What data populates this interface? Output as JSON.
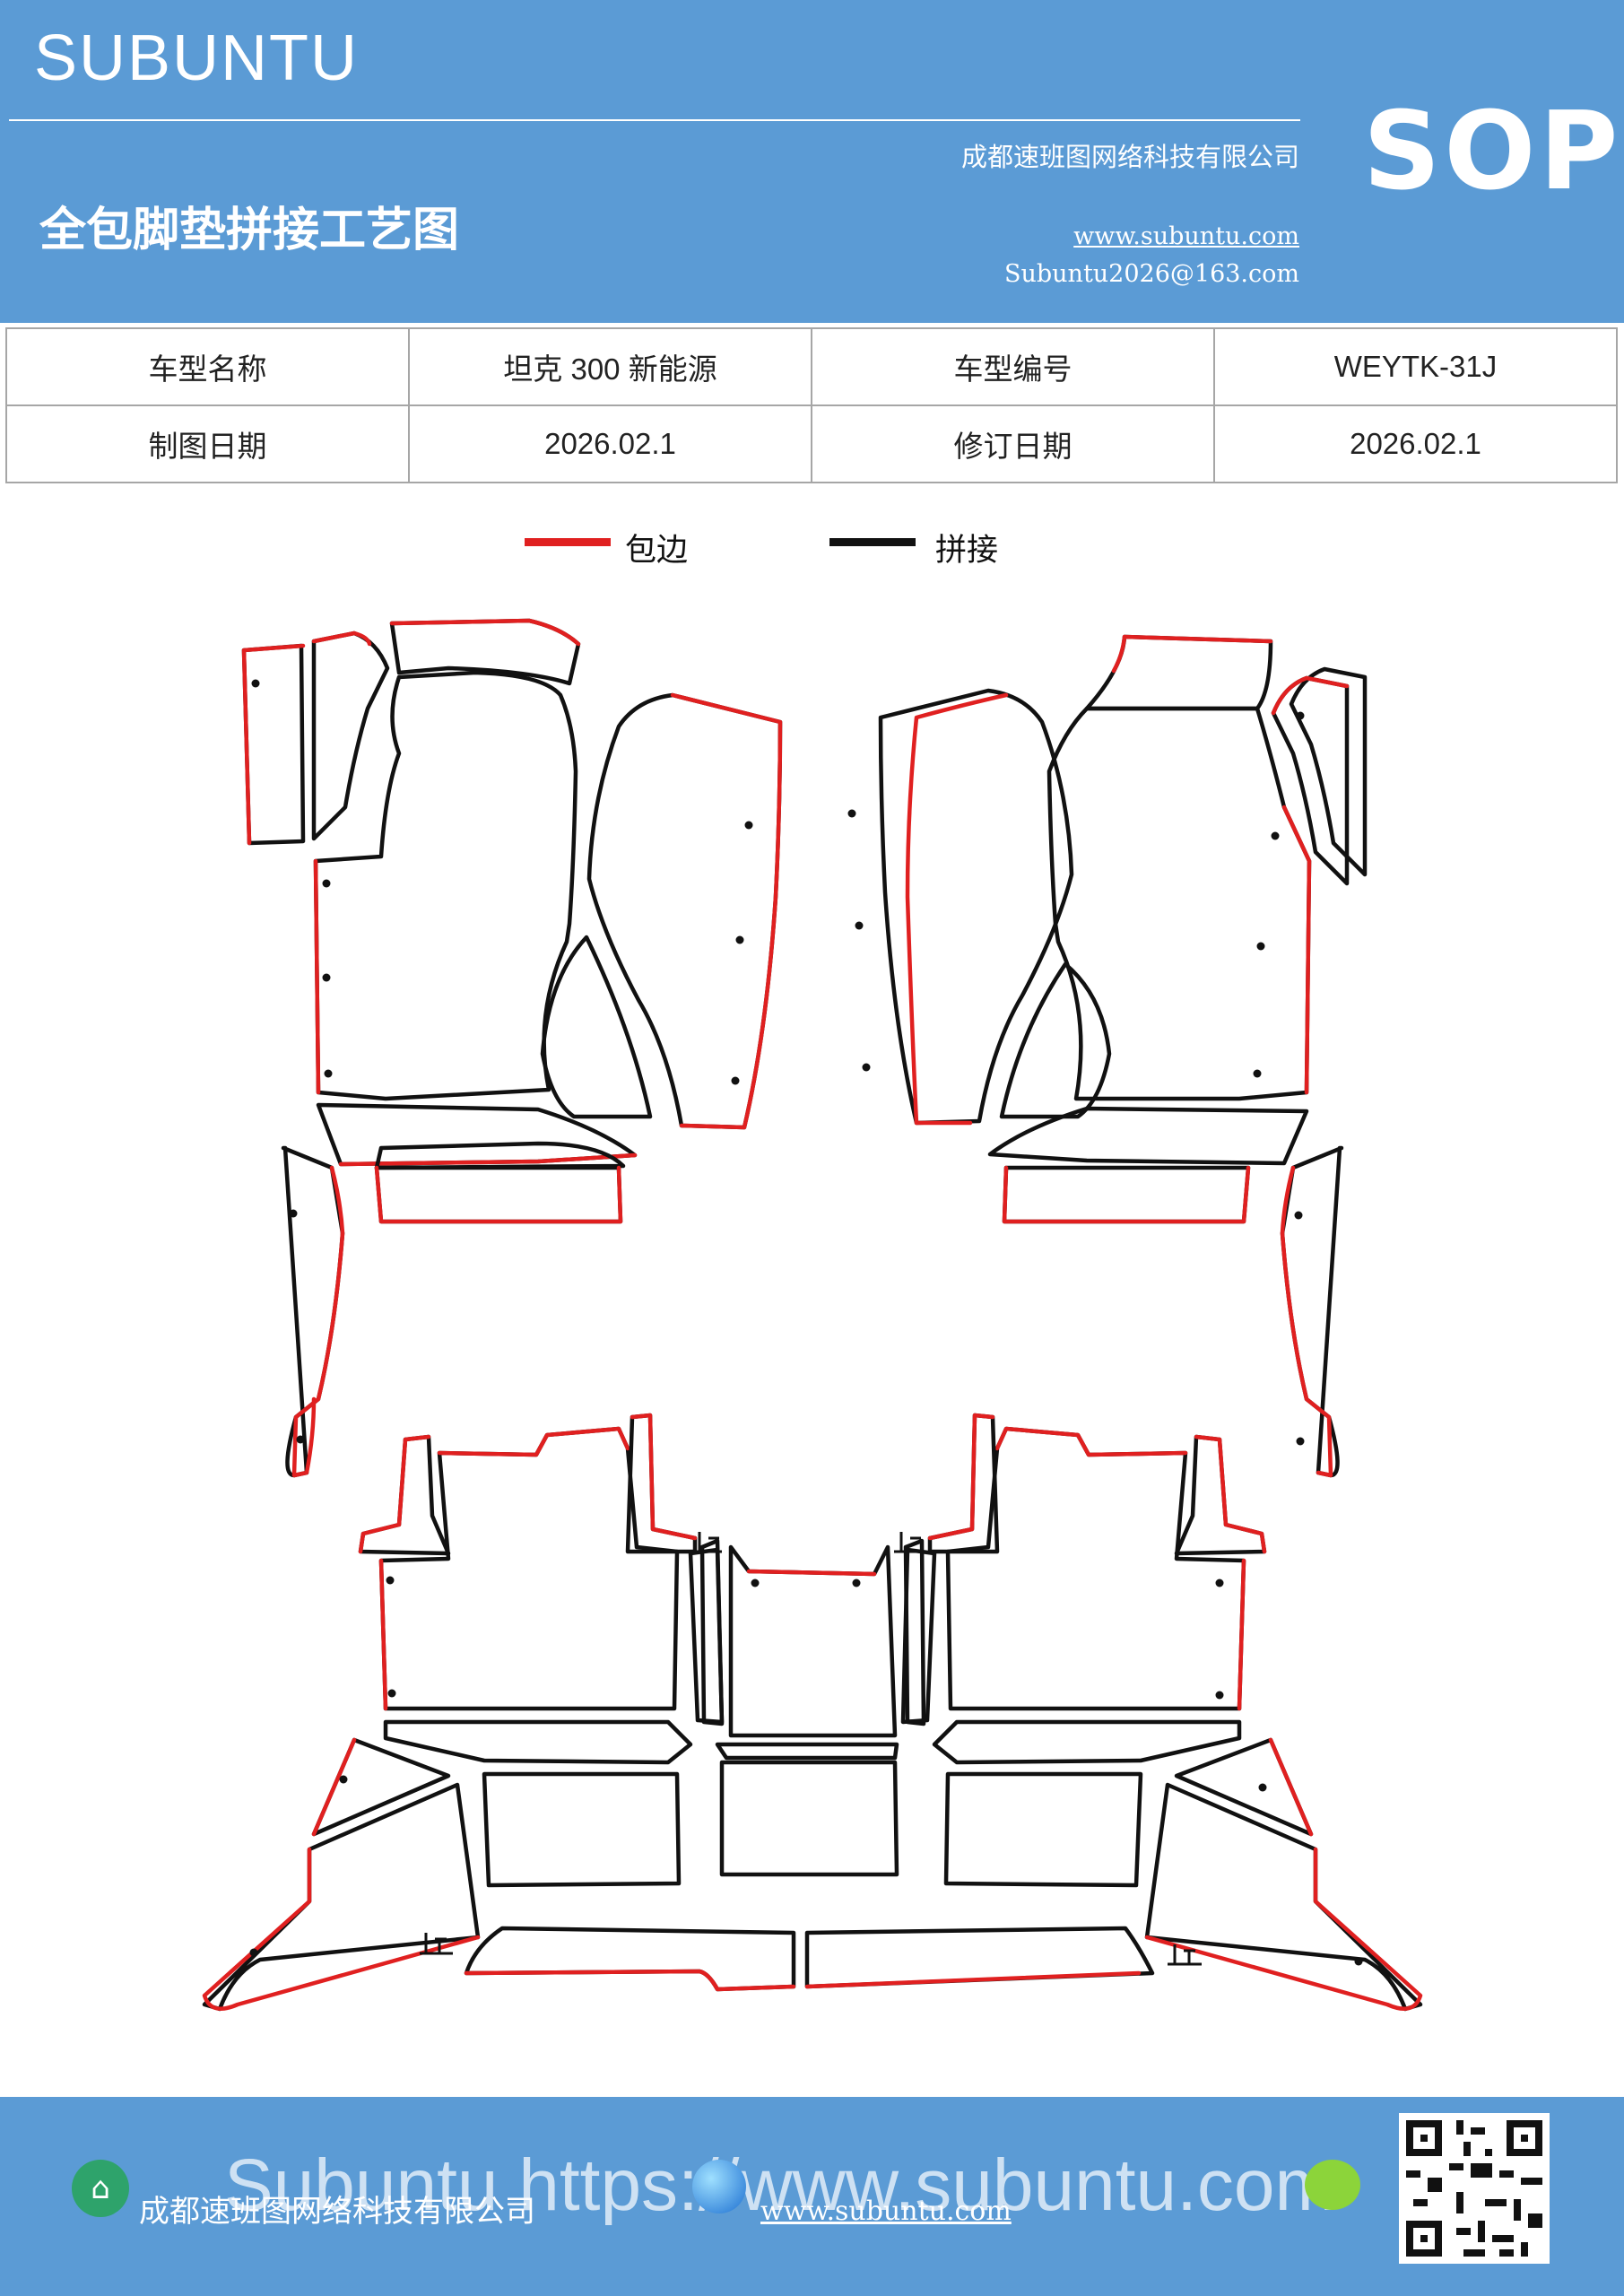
{
  "header": {
    "brand": "SUBUNTU",
    "company": "成都速班图网络科技有限公司",
    "title": "全包脚垫拼接工艺图",
    "website": "www.subuntu.com",
    "email": "Subuntu2026@163.com",
    "badge": "SOP",
    "background_color": "#5b9bd5"
  },
  "info_table": {
    "rows": [
      [
        "车型名称",
        "坦克 300 新能源",
        "车型编号",
        "WEYTK-31J"
      ],
      [
        "制图日期",
        "2026.02.1",
        "修订日期",
        "2026.02.1"
      ]
    ]
  },
  "legend": {
    "items": [
      {
        "label": "包边",
        "color": "#e02020"
      },
      {
        "label": "拼接",
        "color": "#111111"
      }
    ]
  },
  "footer": {
    "company": "成都速班图网络科技有限公司",
    "watermark": "Subuntu https://www.subuntu.com",
    "website": "www.subuntu.com",
    "icons": [
      "building-icon",
      "globe-icon",
      "wechat-icon",
      "qr-code"
    ]
  }
}
